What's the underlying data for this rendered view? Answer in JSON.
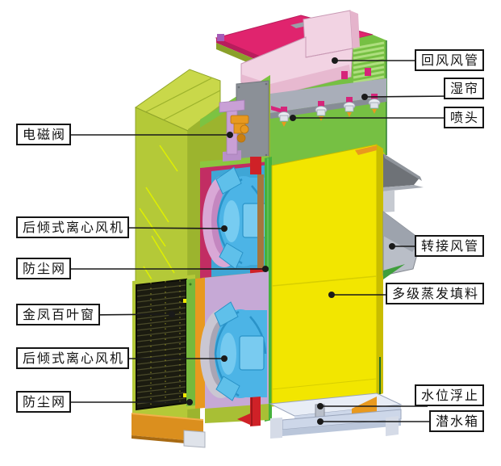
{
  "diagram": {
    "labels": [
      {
        "id": "return-air-duct",
        "text": "回风风管",
        "side": "right"
      },
      {
        "id": "wet-curtain",
        "text": "湿帘",
        "side": "right"
      },
      {
        "id": "spray-nozzle",
        "text": "喷头",
        "side": "right"
      },
      {
        "id": "solenoid-valve",
        "text": "电磁阀",
        "side": "left"
      },
      {
        "id": "centrifugal-fan-upper",
        "text": "后倾式离心风机",
        "side": "left"
      },
      {
        "id": "dust-screen-upper",
        "text": "防尘网",
        "side": "left"
      },
      {
        "id": "louver-window",
        "text": "金凤百叶窗",
        "side": "left"
      },
      {
        "id": "centrifugal-fan-lower",
        "text": "后倾式离心风机",
        "side": "left"
      },
      {
        "id": "dust-screen-lower",
        "text": "防尘网",
        "side": "left"
      },
      {
        "id": "transfer-duct",
        "text": "转接风管",
        "side": "right"
      },
      {
        "id": "evaporative-media",
        "text": "多级蒸发填料",
        "side": "right"
      },
      {
        "id": "water-level-float",
        "text": "水位浮止",
        "side": "right"
      },
      {
        "id": "submerged-tank",
        "text": "潜水箱",
        "side": "right"
      }
    ]
  },
  "colors": {
    "yg_light": "#c9d84a",
    "yg_mid": "#b4c938",
    "yg_dark": "#9cb42e",
    "green_wall": "#76c043",
    "green_bright": "#8bc63f",
    "louver_slat": "#aede7e",
    "magenta_top": "#e0246e",
    "magenta_pipe": "#d6257a",
    "crimson": "#c22d63",
    "pink_duct": "#f2d3e3",
    "pink_shade": "#e5b4cc",
    "gray_band": "#a9aeb9",
    "gray_panel": "#8b9097",
    "fan_blue": "#4cb4e6",
    "fan_blue_dark": "#2a93c8",
    "fan_blue_light": "#7fd0f2",
    "lavender_ring": "#d9a8d6",
    "lavender_panel": "#c6a9d6",
    "silver_ring": "#cac7d2",
    "yellow_block": "#f2e600",
    "orange": "#e8991f",
    "red": "#cf2127",
    "base_gray": "#cdd7e9",
    "grille_dark": "#1b1b10",
    "duct_gray_dark": "#6e7277",
    "duct_gray_light": "#b9bec7",
    "line_black": "#1a1a1a"
  }
}
